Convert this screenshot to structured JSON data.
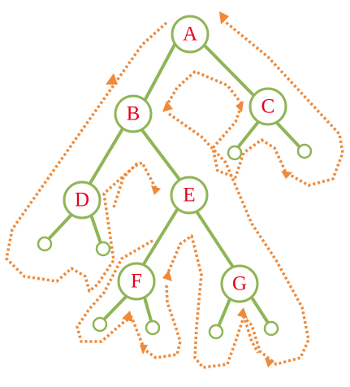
{
  "colors": {
    "edge": "#8fb556",
    "node_stroke": "#8fb556",
    "label": "#e5001c",
    "trace": "#ee8a3a"
  },
  "nodes": {
    "A": {
      "label": "A"
    },
    "B": {
      "label": "B"
    },
    "C": {
      "label": "C"
    },
    "D": {
      "label": "D"
    },
    "E": {
      "label": "E"
    },
    "F": {
      "label": "F"
    },
    "G": {
      "label": "G"
    }
  }
}
